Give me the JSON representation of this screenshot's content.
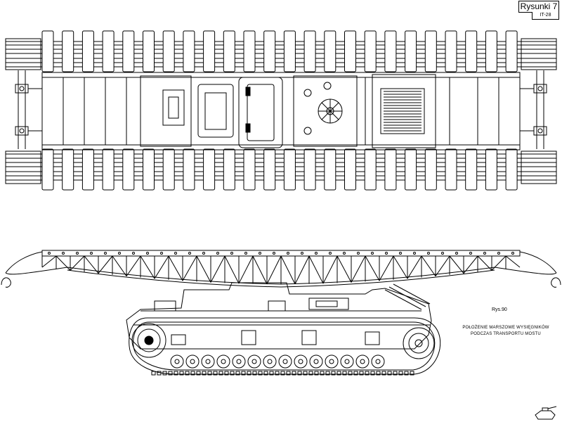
{
  "header": {
    "title": "Rysunki 7",
    "subtitle": "IT-28"
  },
  "figure": {
    "number": "Rys.90",
    "caption_line1": "POŁOŻENIE MARSZOWE WYSIĘGNIKÓW",
    "caption_line2": "PODCZAS TRANSPORTU MOSTU"
  },
  "colors": {
    "line": "#000000",
    "paper": "#ffffff"
  },
  "icons": {
    "corner_logo": "tank-silhouette-icon"
  }
}
